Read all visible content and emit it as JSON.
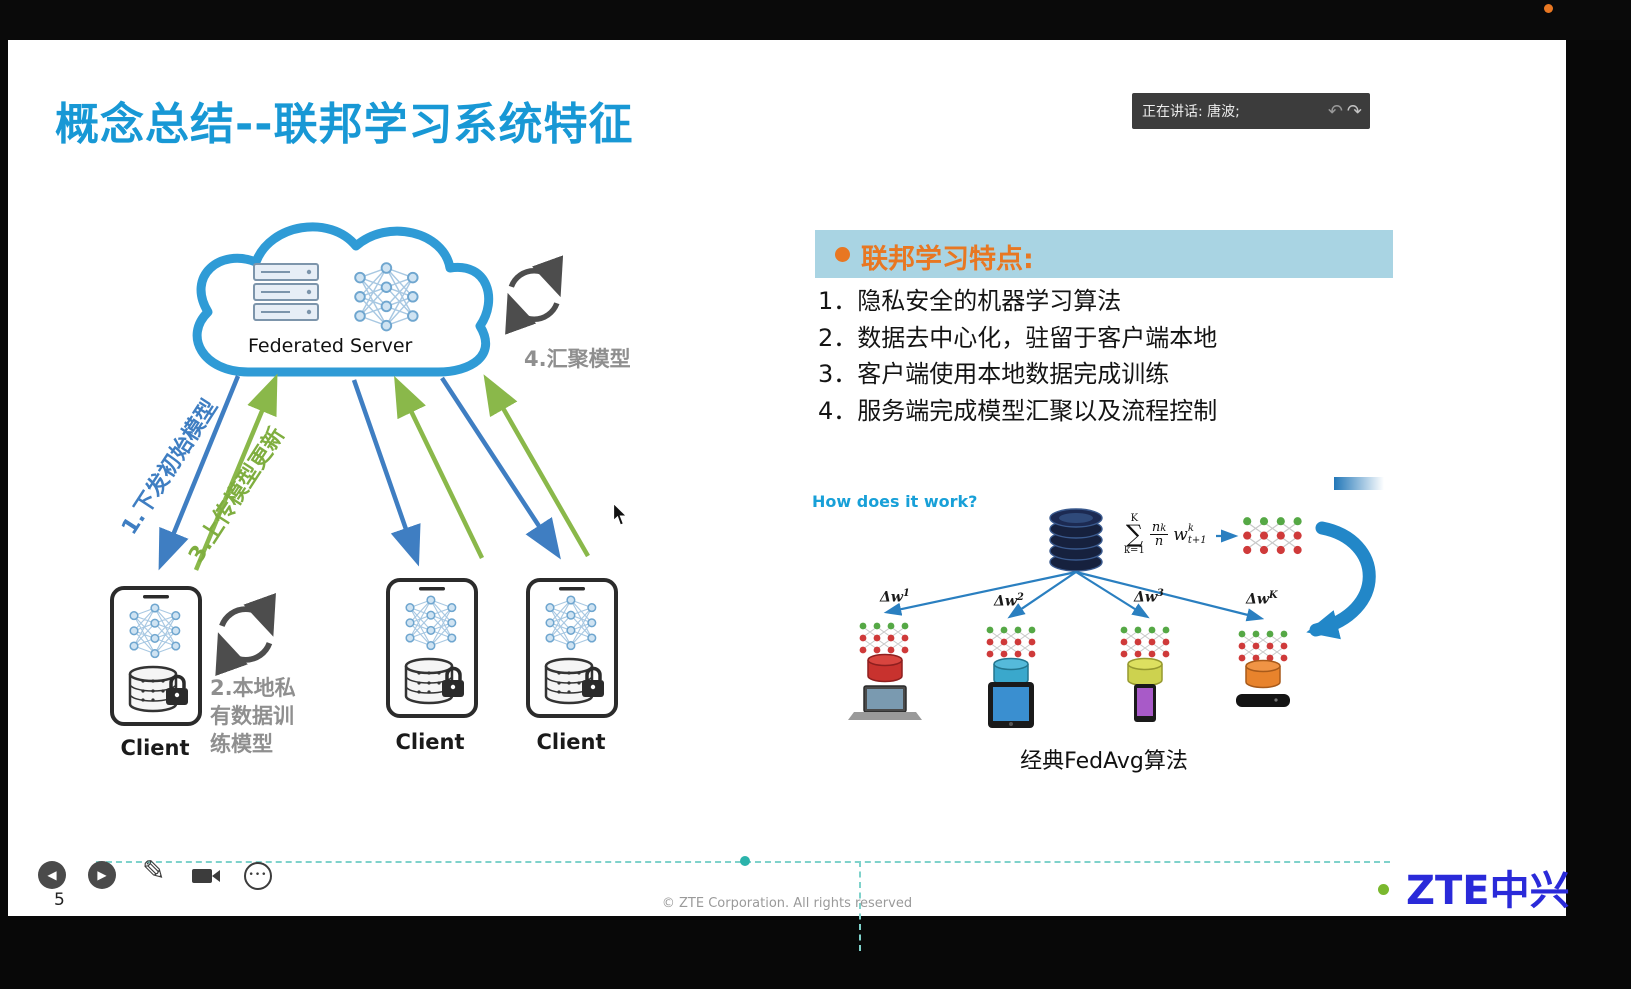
{
  "window": {
    "speaker_status": "正在讲话: 唐波;"
  },
  "icons": {
    "undo_glyph": "↶",
    "redo_glyph": "↷",
    "back_glyph": "◀",
    "play_glyph": "▶",
    "pencil_glyph": "✎",
    "ellipsis_glyph": "•••"
  },
  "slide": {
    "title": "概念总结--联邦学习系统特征",
    "diagram": {
      "server_label": "Federated Server",
      "step1_label": "1.下发初始模型",
      "step2_lines": [
        "2.本地私",
        "有数据训",
        "练模型"
      ],
      "step3_label": "3.上传模型更新",
      "step4_label": "4.汇聚模型",
      "client_labels": [
        "Client",
        "Client",
        "Client"
      ]
    },
    "features": {
      "title": "联邦学习特点:",
      "items": [
        "1．隐私安全的机器学习算法",
        "2．数据去中心化，驻留于客户端本地",
        "3．客户端使用本地数据完成训练",
        "4．服务端完成模型汇聚以及流程控制"
      ]
    },
    "fedavg": {
      "how_title": "How does it work?",
      "formula": {
        "sum_upper": "K",
        "sigma": "∑",
        "sum_lower": "k=1",
        "num_base": "n",
        "num_sub": "k",
        "den": "n",
        "w_base": "w",
        "w_sup": "k",
        "w_sub": "t+1"
      },
      "deltas": [
        {
          "base": "Δw",
          "sup": "1"
        },
        {
          "base": "Δw",
          "sup": "2"
        },
        {
          "base": "Δw",
          "sup": "3"
        },
        {
          "base": "Δw",
          "sup": "K"
        }
      ],
      "caption": "经典FedAvg算法"
    },
    "footer": {
      "page_number": "5",
      "copyright": "© ZTE Corporation. All rights reserved",
      "brand": "ZTE中兴"
    }
  },
  "colors": {
    "title_blue": "#1898d5",
    "feature_accent_orange": "#e87722",
    "feature_header_bg": "#a9d4e3",
    "arrow_blue": "#3f7ec2",
    "arrow_green": "#8ab84a",
    "cloud_blue": "#2f9bd6",
    "teal_dash": "#7fd2cb",
    "zte_blue": "#2a2ad9"
  }
}
